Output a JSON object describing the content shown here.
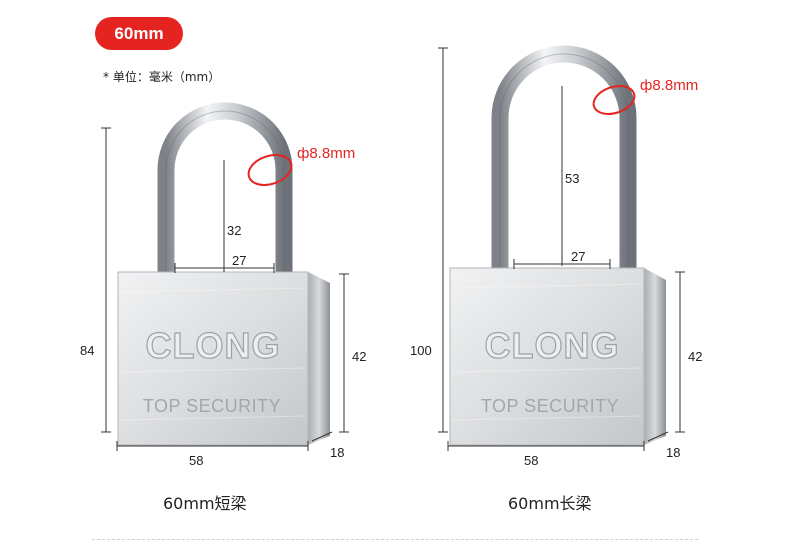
{
  "badge": {
    "label": "60mm"
  },
  "unit_note": "* 单位：毫米（mm）",
  "brand": {
    "logo_text": "CLONG",
    "tagline": "TOP SECURITY"
  },
  "colors": {
    "accent": "#e52421",
    "text": "#222222"
  },
  "lock_short": {
    "caption": "60mm短梁",
    "overall_height": "84",
    "shackle_height": "32",
    "shackle_width": "27",
    "body_height": "42",
    "body_width": "58",
    "body_depth": "18",
    "shackle_diameter": "ф8.8mm"
  },
  "lock_long": {
    "caption": "60mm长梁",
    "overall_height": "100",
    "shackle_height": "53",
    "shackle_width": "27",
    "body_height": "42",
    "body_width": "58",
    "body_depth": "18",
    "shackle_diameter": "ф8.8mm"
  }
}
